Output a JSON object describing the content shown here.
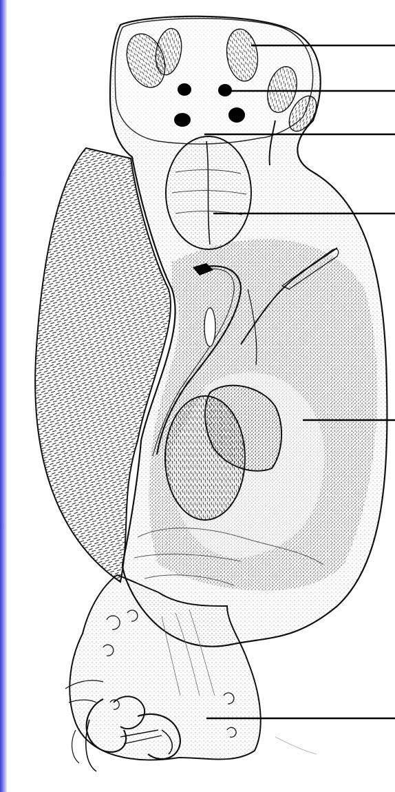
{
  "figure": {
    "subject": "monogenean-flatworm-illustration",
    "colors": {
      "background_left_edge": "#4a4ad6",
      "paper": "#ffffff",
      "ink": "#111111",
      "label_line": "#000000"
    },
    "callouts": [
      {
        "id": "callout-1",
        "target": "head-organ",
        "label": ""
      },
      {
        "id": "callout-2",
        "target": "eyespot",
        "label": ""
      },
      {
        "id": "callout-3",
        "target": "mouth-region",
        "label": ""
      },
      {
        "id": "callout-4",
        "target": "pharynx",
        "label": ""
      },
      {
        "id": "callout-5",
        "target": "vitellaria-body",
        "label": ""
      },
      {
        "id": "callout-6",
        "target": "opisthaptor",
        "label": ""
      }
    ]
  }
}
